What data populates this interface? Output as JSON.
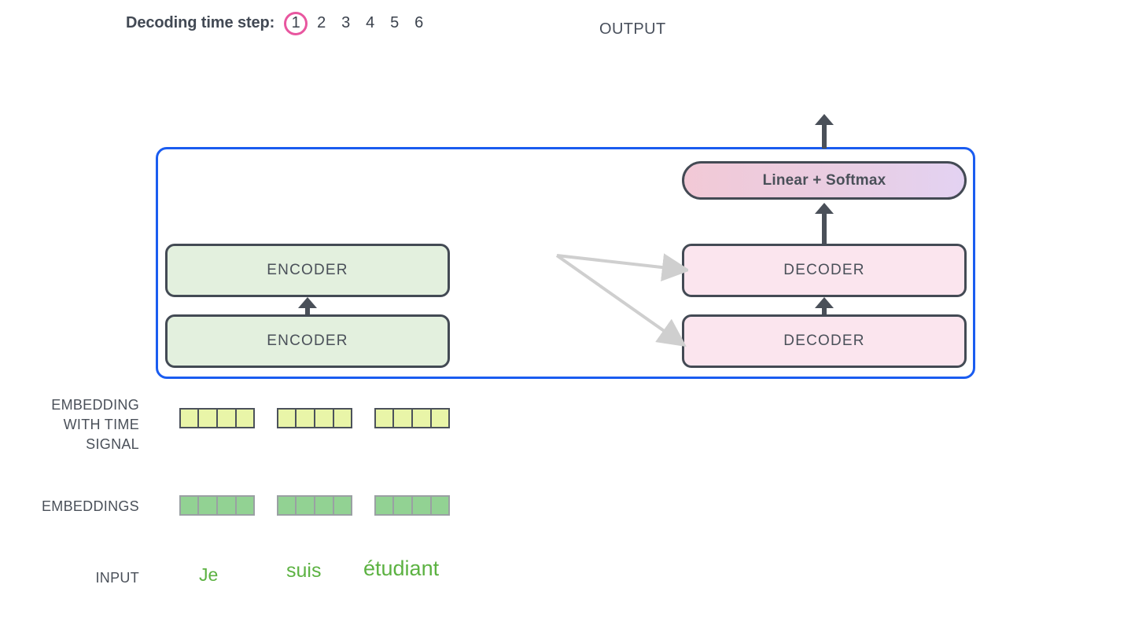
{
  "header": {
    "timestep_label": "Decoding time step:",
    "steps": [
      {
        "value": "1",
        "active": true
      },
      {
        "value": "2",
        "active": false
      },
      {
        "value": "3",
        "active": false
      },
      {
        "value": "4",
        "active": false
      },
      {
        "value": "5",
        "active": false
      },
      {
        "value": "6",
        "active": false
      }
    ],
    "output_label": "OUTPUT"
  },
  "model": {
    "encoder_top": "ENCODER",
    "encoder_bottom": "ENCODER",
    "decoder_top": "DECODER",
    "decoder_bottom": "DECODER",
    "linear_softmax": "Linear + Softmax"
  },
  "rows": {
    "time_signal_label": "EMBEDDING\nWITH TIME\nSIGNAL",
    "time_signal_label_lines": [
      "EMBEDDING",
      "WITH TIME",
      "SIGNAL"
    ],
    "embeddings_label": "EMBEDDINGS",
    "input_label": "INPUT"
  },
  "tokens": [
    {
      "text": "Je"
    },
    {
      "text": "suis"
    },
    {
      "text": "étudiant"
    }
  ],
  "vectors": {
    "cells_per_group": 4,
    "groups": 3,
    "time_signal_fill": "#e9f5a8",
    "embedding_fill": "#92d293"
  },
  "colors": {
    "container_border": "#1a5cf0",
    "block_border": "#434a54",
    "encoder_fill": "#e3f0de",
    "decoder_fill": "#fbe5ee",
    "softmax_gradient_from": "#f2c9d6",
    "softmax_gradient_to": "#e3d2f2",
    "active_step_ring": "#e8569f",
    "arrow_dark": "#4a5059",
    "arrow_light": "#cfcfcf",
    "token_green": "#5cb242",
    "text": "#4a5059"
  }
}
